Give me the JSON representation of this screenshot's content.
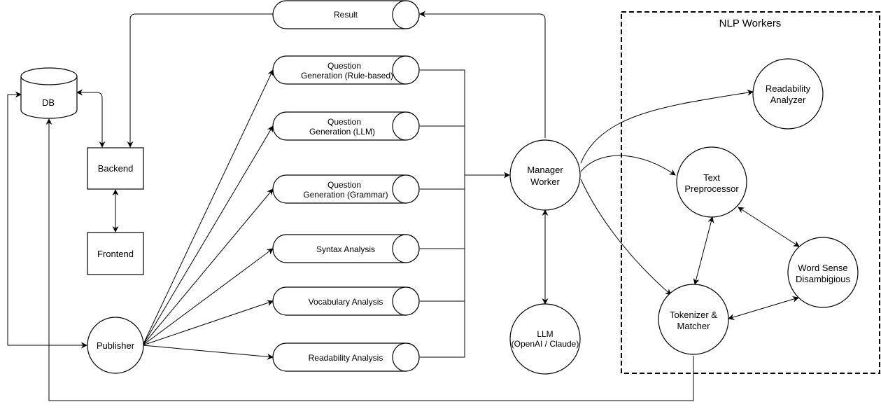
{
  "nlp_group": {
    "title": "NLP Workers"
  },
  "nodes": {
    "db": {
      "label": "DB"
    },
    "backend": {
      "label": "Backend"
    },
    "frontend": {
      "label": "Frontend"
    },
    "publisher": {
      "label": "Publisher"
    },
    "manager": {
      "line1": "Manager",
      "line2": "Worker"
    },
    "llm": {
      "line1": "LLM",
      "line2": "(OpenAI / Claude)"
    },
    "readability_analyzer": {
      "line1": "Readability",
      "line2": "Analyzer"
    },
    "text_preprocessor": {
      "line1": "Text",
      "line2": "Preprocessor"
    },
    "tokenizer": {
      "line1": "Tokenizer &",
      "line2": "Matcher"
    },
    "wsd": {
      "line1": "Word Sense",
      "line2": "Disambigious"
    }
  },
  "queues": {
    "result": {
      "line1": "Result",
      "line2": ""
    },
    "qg_rule": {
      "line1": "Question",
      "line2": "Generation (Rule-based)"
    },
    "qg_llm": {
      "line1": "Question",
      "line2": "Generation (LLM)"
    },
    "qg_grammar": {
      "line1": "Question",
      "line2": "Generation (Grammar)"
    },
    "syntax": {
      "line1": "Syntax Analysis",
      "line2": ""
    },
    "vocabulary": {
      "line1": "Vocabulary Analysis",
      "line2": ""
    },
    "readability": {
      "line1": "Readability Analysis",
      "line2": ""
    }
  }
}
